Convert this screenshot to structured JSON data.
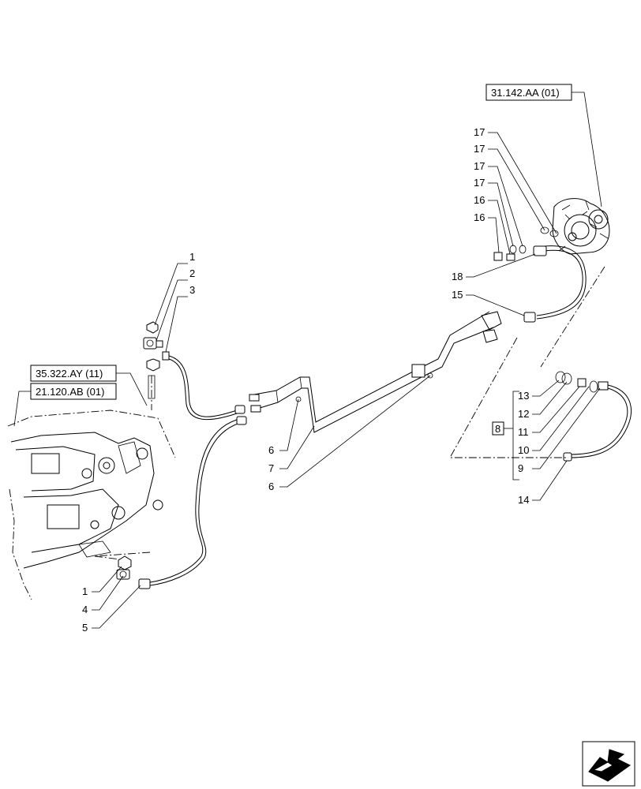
{
  "refs": {
    "top_right": "31.142.AA (01)",
    "left_upper": "35.322.AY (11)",
    "left_lower": "21.120.AB (01)"
  },
  "callouts": {
    "c1a": "1",
    "c2": "2",
    "c3": "3",
    "c17a": "17",
    "c17b": "17",
    "c17c": "17",
    "c17d": "17",
    "c16a": "16",
    "c16b": "16",
    "c18": "18",
    "c15": "15",
    "c6a": "6",
    "c7": "7",
    "c6b": "6",
    "c13": "13",
    "c12": "12",
    "c11": "11",
    "c10": "10",
    "c9": "9",
    "c14": "14",
    "c8": "8",
    "c1b": "1",
    "c4": "4",
    "c5": "5"
  },
  "icons": {
    "corner": "next-page-arrow-icon"
  }
}
